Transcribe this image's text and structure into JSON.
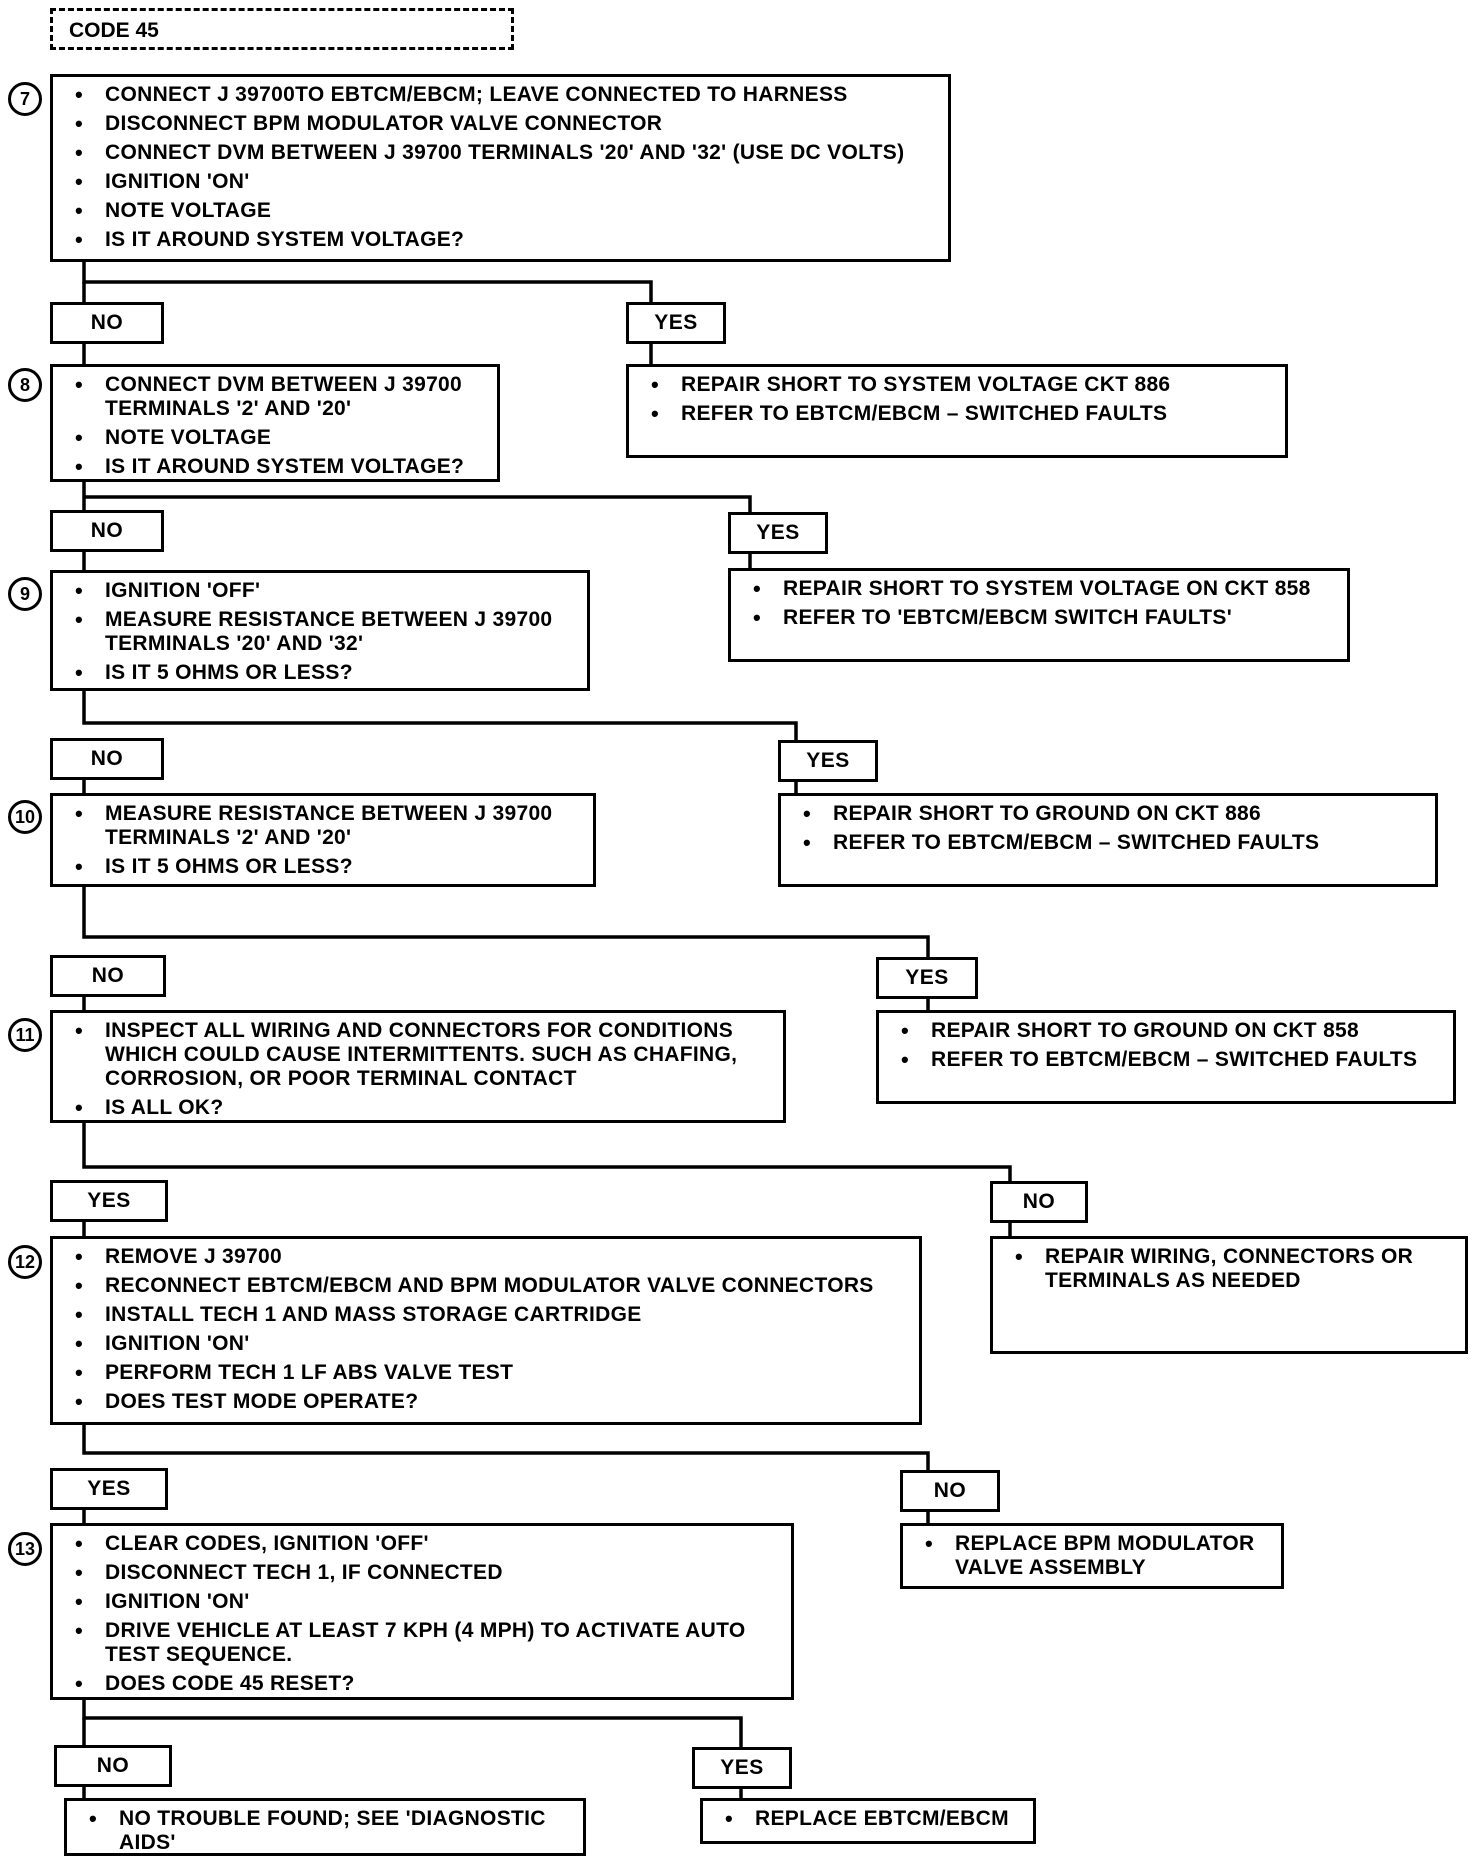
{
  "header": {
    "code": "CODE 45"
  },
  "steps": {
    "s7": {
      "num": "7",
      "items": [
        "CONNECT J  39700TO EBTCM/EBCM; LEAVE CONNECTED TO HARNESS",
        "DISCONNECT BPM MODULATOR VALVE CONNECTOR",
        "CONNECT DVM BETWEEN J  39700 TERMINALS '20' AND '32' (USE DC VOLTS)",
        "IGNITION 'ON'",
        "NOTE VOLTAGE",
        "IS IT AROUND SYSTEM VOLTAGE?"
      ]
    },
    "s8": {
      "num": "8",
      "items": [
        "CONNECT DVM BETWEEN J  39700 TERMINALS '2' AND '20'",
        "NOTE VOLTAGE",
        "IS IT AROUND SYSTEM VOLTAGE?"
      ]
    },
    "s9": {
      "num": "9",
      "items": [
        "IGNITION 'OFF'",
        "MEASURE RESISTANCE BETWEEN J  39700 TERMINALS '20' AND '32'",
        "IS IT 5 OHMS OR LESS?"
      ]
    },
    "s10": {
      "num": "10",
      "items": [
        "MEASURE RESISTANCE BETWEEN J  39700 TERMINALS '2' AND '20'",
        "IS IT 5 OHMS OR LESS?"
      ]
    },
    "s11": {
      "num": "11",
      "items": [
        "INSPECT ALL WIRING AND CONNECTORS FOR CONDITIONS WHICH COULD CAUSE INTERMITTENTS.  SUCH AS CHAFING, CORROSION, OR POOR TERMINAL CONTACT",
        "IS ALL OK?"
      ]
    },
    "s12": {
      "num": "12",
      "items": [
        "REMOVE J  39700",
        "RECONNECT EBTCM/EBCM AND BPM MODULATOR VALVE CONNECTORS",
        "INSTALL TECH 1 AND MASS STORAGE CARTRIDGE",
        "IGNITION 'ON'",
        "PERFORM TECH 1 LF ABS VALVE TEST",
        "DOES TEST MODE OPERATE?"
      ]
    },
    "s13": {
      "num": "13",
      "items": [
        "CLEAR CODES, IGNITION 'OFF'",
        "DISCONNECT TECH 1, IF CONNECTED",
        "IGNITION 'ON'",
        "DRIVE VEHICLE AT LEAST 7 KPH (4 MPH) TO ACTIVATE AUTO TEST SEQUENCE.",
        "DOES CODE 45 RESET?"
      ]
    }
  },
  "outcomes": {
    "o7": [
      "REPAIR SHORT TO SYSTEM VOLTAGE CKT  886",
      "REFER TO EBTCM/EBCM – SWITCHED FAULTS"
    ],
    "o8": [
      "REPAIR SHORT TO SYSTEM VOLTAGE ON CKT 858",
      "REFER TO 'EBTCM/EBCM SWITCH FAULTS'"
    ],
    "o9": [
      "REPAIR SHORT TO GROUND ON CKT 886",
      "REFER  TO EBTCM/EBCM – SWITCHED FAULTS"
    ],
    "o10": [
      "REPAIR SHORT TO GROUND ON CKT  858",
      "REFER  TO EBTCM/EBCM – SWITCHED FAULTS"
    ],
    "o11": [
      "REPAIR WIRING, CONNECTORS OR TERMINALS AS NEEDED"
    ],
    "o12": [
      "REPLACE BPM MODULATOR VALVE ASSEMBLY"
    ],
    "o13no": [
      "NO TROUBLE FOUND; SEE 'DIAGNOSTIC AIDS'"
    ],
    "o13yes": [
      "REPLACE  EBTCM/EBCM"
    ]
  },
  "labels": {
    "yes": "YES",
    "no": "NO"
  }
}
